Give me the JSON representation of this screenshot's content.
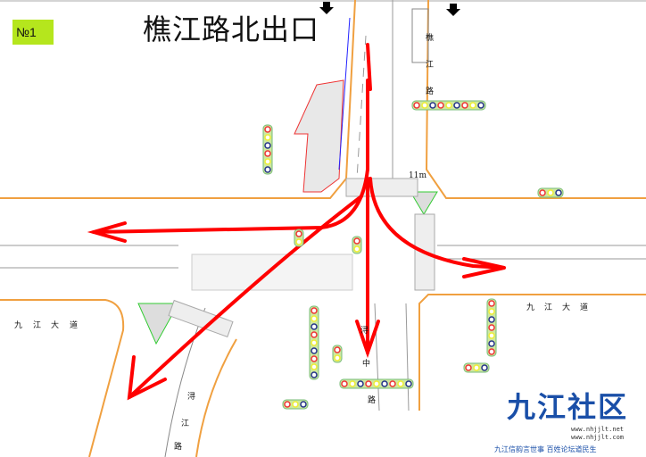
{
  "badge": "№1",
  "title": "樵江路北出口",
  "roads": {
    "north": [
      "樵",
      "江",
      "路"
    ],
    "west": [
      "九",
      "江",
      "大",
      "道"
    ],
    "east": [
      "九",
      "江",
      "大",
      "道"
    ],
    "south": [
      "浔",
      "中",
      "路"
    ],
    "southwest": [
      "浔",
      "江",
      "路"
    ]
  },
  "distance_label": "11m",
  "logo": {
    "name": "九江社区",
    "urls": [
      "www.nhjjlt.net",
      "www.nhjjlt.com"
    ],
    "slogan": "九江信韵言世事   百姓论坛道民生"
  },
  "colors": {
    "arrow": "#ff0000",
    "badge": "#b5e61d",
    "curb": "#f0a040",
    "signal_pole": "#5cb85c",
    "logo": "#1a4fa8"
  }
}
